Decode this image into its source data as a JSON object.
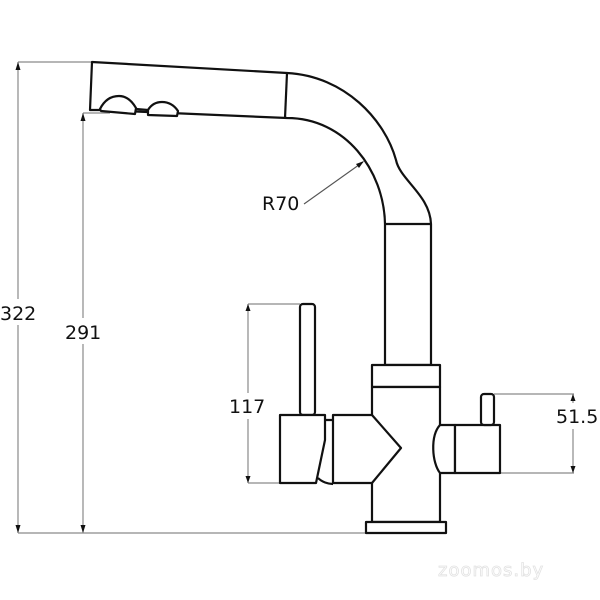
{
  "drawing": {
    "subject": "kitchen faucet technical drawing (side view)",
    "units": "mm",
    "line_color": "#111111",
    "dimension_line_color": "#8a8a8a",
    "background": "#ffffff"
  },
  "dimensions": {
    "total_height": {
      "label": "322",
      "value": 322
    },
    "spout_height": {
      "label": "291",
      "value": 291
    },
    "spout_radius": {
      "label": "R70",
      "value": 70
    },
    "left_handle_height": {
      "label": "117",
      "value": 117
    },
    "right_handle_height": {
      "label": "51.5",
      "value": 51.5
    }
  },
  "watermark": {
    "text": "zoomos.by"
  }
}
